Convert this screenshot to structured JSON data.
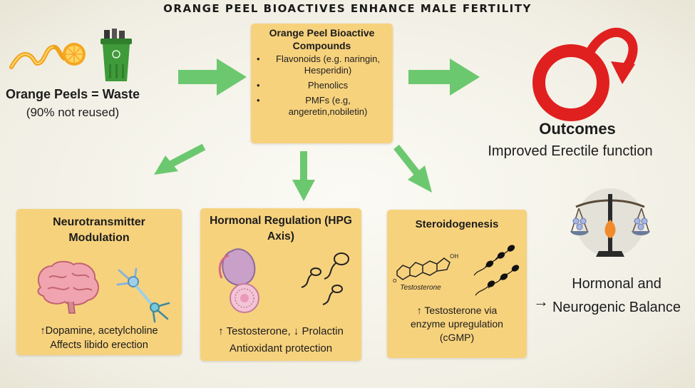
{
  "title": "ORANGE PEEL BIOACTIVES ENHANCE MALE FERTILITY",
  "waste": {
    "label": "Orange Peels = Waste",
    "sublabel": "(90% not reused)"
  },
  "compounds": {
    "title": "Orange Peel Bioactive Compounds",
    "items": [
      "Flavonoids (e.g. naringin, Hesperidin)",
      "Phenolics",
      "PMFs (e.g, angeretin,nobiletin)"
    ]
  },
  "outcomes": {
    "title": "Outcomes",
    "text": "Improved Erectile function"
  },
  "neuro": {
    "title": "Neurotransmitter Modulation",
    "line1": "↑Dopamine, acetylcholine",
    "line2": "Affects libido erection"
  },
  "hormonal": {
    "title": "Hormonal Regulation (HPG Axis)",
    "line1": "↑ Testosterone, ↓ Prolactin",
    "line2": "Antioxidant protection"
  },
  "steroid": {
    "title": "Steroidogenesis",
    "molecule_label": "Testosterone",
    "text": "↑ Testosterone via enzyme upregulation (cGMP)"
  },
  "balance": {
    "arrow": "→",
    "text": "Hormonal and Neurogenic Balance"
  },
  "colors": {
    "box": "#f7d27d",
    "arrow": "#6cc86f",
    "male_symbol": "#e0201f",
    "bin": "#3f9a3a",
    "orange": "#f4a11f"
  },
  "icons": [
    "orange-peel-icon",
    "recycle-bin-icon",
    "male-symbol-icon",
    "brain-icon",
    "neuron-icon",
    "gland-icon",
    "sperm-icon",
    "testosterone-molecule-icon",
    "balance-scale-icon"
  ]
}
